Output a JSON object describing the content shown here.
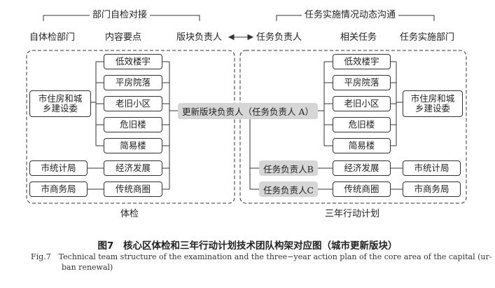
{
  "headers": {
    "left_group": "部门自检对接",
    "right_group": "任务实施情况动态沟通",
    "col_self_check_dept": "自体检部门",
    "col_content_points": "内容要点",
    "col_block_owner": "版块负责人",
    "col_task_owner": "任务负责人",
    "col_related_tasks": "相关任务",
    "col_impl_dept": "任务实施部门",
    "arrow_icon": "double-arrow-icon"
  },
  "left": {
    "departments": [
      "市住房和城乡建设委",
      "市统计局",
      "市商务局"
    ],
    "content_points": [
      "低效楼宇",
      "平房院落",
      "老旧小区",
      "危旧楼",
      "简易楼",
      "经济发展",
      "传统商圈"
    ],
    "label": "体检"
  },
  "center": {
    "block_owner": "更新版块负责人（任务负责人 A）"
  },
  "right": {
    "task_owners": [
      "任务负责人B",
      "任务负责人C"
    ],
    "related_tasks": [
      "低效楼宇",
      "平房院落",
      "老旧小区",
      "危旧楼",
      "简易楼",
      "经济发展",
      "传统商圈"
    ],
    "departments": [
      "市住房和城乡建设委",
      "市统计局",
      "市商务局"
    ],
    "label": "三年行动计划"
  },
  "caption": {
    "zh": "图7　核心区体检和三年行动计划技术团队构架对应图（城市更新版块）",
    "en_line1": "Fig.7　Technical team structure of the examination and the three−year action plan of the core area of the capital (ur-",
    "en_line2": "ban renewal)"
  }
}
